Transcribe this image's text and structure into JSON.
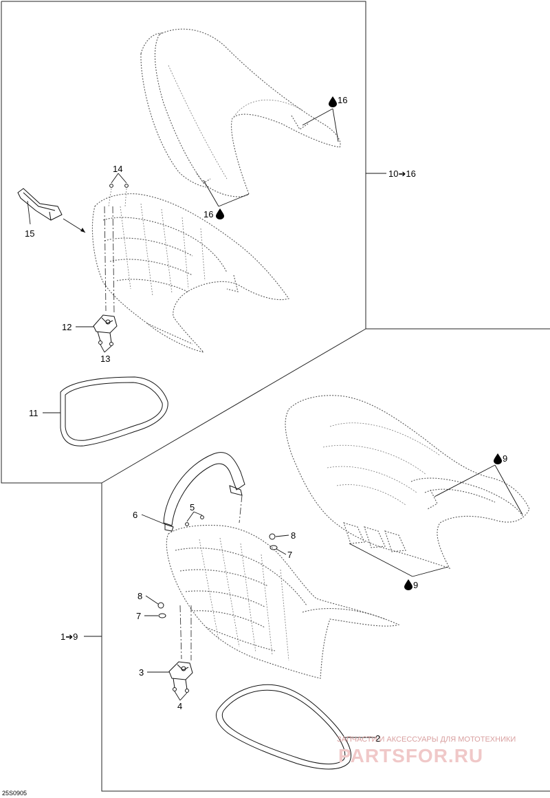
{
  "assembly_ranges": {
    "upper": "10➔16",
    "lower": "1➔9"
  },
  "callouts": {
    "c1": "2",
    "c2": "3",
    "c3": "4",
    "c4": "5",
    "c5": "6",
    "c6": "7",
    "c7": "7",
    "c8": "8",
    "c9": "8",
    "c10": "9",
    "c11": "9",
    "c12": "11",
    "c13": "12",
    "c14": "13",
    "c15": "14",
    "c16": "15",
    "c17": "16",
    "c18": "16"
  },
  "symbols": {
    "adhesive": "oil-drop-icon"
  },
  "figure_code": "25S0905",
  "watermark": {
    "tagline": "ЗАПЧАСТИ И АКСЕССУАРЫ ДЛЯ МОТОТЕХНИКИ",
    "brand": "PARTSFOR.RU"
  },
  "colors": {
    "line": "#111111",
    "watermark": "#f0c8c8"
  }
}
